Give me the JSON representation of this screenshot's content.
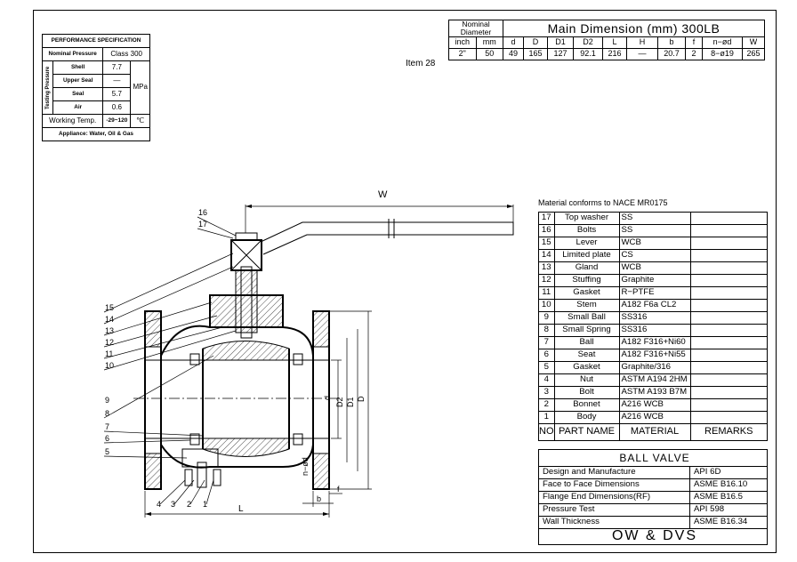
{
  "perf": {
    "title": "PERFORMANCE SPECIFICATION",
    "nominal_pressure_label": "Nominal Pressure",
    "nominal_pressure_value": "Class 300",
    "testing_pressure_label": "Testing Pressure",
    "rows": [
      {
        "label": "Shell",
        "value": "7.7"
      },
      {
        "label": "Upper Seal",
        "value": "—"
      },
      {
        "label": "Seal",
        "value": "5.7"
      },
      {
        "label": "Air",
        "value": "0.6"
      }
    ],
    "unit_mpa": "MPa",
    "working_temp_label": "Working Temp.",
    "working_temp_value": "-29~120",
    "working_temp_unit": "℃",
    "appliance": "Appliance: Water, Oil & Gas"
  },
  "dims": {
    "nominal_diameter": "Nominal Diameter",
    "title": "Main Dimension (mm) 300LB",
    "headers": [
      "inch",
      "mm",
      "d",
      "D",
      "D1",
      "D2",
      "L",
      "H",
      "b",
      "f",
      "n−ød",
      "W"
    ],
    "values": [
      "2\"",
      "50",
      "49",
      "165",
      "127",
      "92.1",
      "216",
      "—",
      "20.7",
      "2",
      "8−ø19",
      "265"
    ],
    "item": "Item 28"
  },
  "materials": {
    "note": "Material conforms to NACE MR0175",
    "rows": [
      {
        "no": "17",
        "name": "Top washer",
        "material": "SS"
      },
      {
        "no": "16",
        "name": "Bolts",
        "material": "SS"
      },
      {
        "no": "15",
        "name": "Lever",
        "material": "WCB"
      },
      {
        "no": "14",
        "name": "Limited plate",
        "material": "CS"
      },
      {
        "no": "13",
        "name": "Gland",
        "material": "WCB"
      },
      {
        "no": "12",
        "name": "Stuffing",
        "material": "Graphite"
      },
      {
        "no": "11",
        "name": "Gasket",
        "material": "R−PTFE"
      },
      {
        "no": "10",
        "name": "Stem",
        "material": "A182 F6a CL2"
      },
      {
        "no": "9",
        "name": "Small Ball",
        "material": "SS316"
      },
      {
        "no": "8",
        "name": "Small Spring",
        "material": "SS316"
      },
      {
        "no": "7",
        "name": "Ball",
        "material": "A182 F316+Ni60"
      },
      {
        "no": "6",
        "name": "Seat",
        "material": "A182 F316+Ni55"
      },
      {
        "no": "5",
        "name": "Gasket",
        "material": "Graphite/316"
      },
      {
        "no": "4",
        "name": "Nut",
        "material": "ASTM A194 2HM"
      },
      {
        "no": "3",
        "name": "Bolt",
        "material": "ASTM A193 B7M"
      },
      {
        "no": "2",
        "name": "Bonnet",
        "material": "A216 WCB"
      },
      {
        "no": "1",
        "name": "Body",
        "material": "A216 WCB"
      }
    ],
    "header_no": "NO",
    "header_name": "PART NAME",
    "header_material": "MATERIAL",
    "header_remarks": "REMARKS"
  },
  "standards": {
    "title": "BALL VALVE",
    "rows": [
      {
        "label": "Design and Manufacture",
        "value": "API 6D"
      },
      {
        "label": "Face to Face Dimensions",
        "value": "ASME B16.10"
      },
      {
        "label": "Flange End Dimensions(RF)",
        "value": "ASME  B16.5"
      },
      {
        "label": "Pressure Test",
        "value": "API 598"
      },
      {
        "label": "Wall Thickness",
        "value": "ASME B16.34"
      }
    ],
    "brand": "OW & DVS"
  },
  "drawing": {
    "balloons_left": [
      "16",
      "17",
      "15",
      "14",
      "13",
      "12",
      "11",
      "10",
      "9",
      "8",
      "7",
      "6",
      "5"
    ],
    "balloons_bottom": [
      "4",
      "3",
      "2",
      "1"
    ],
    "dim_W": "W",
    "dim_L": "L",
    "dim_d": "d",
    "dim_D2": "D2",
    "dim_D1": "D1",
    "dim_D": "D",
    "dim_nd": "n−ød",
    "dim_b": "b",
    "dim_f": "f"
  }
}
